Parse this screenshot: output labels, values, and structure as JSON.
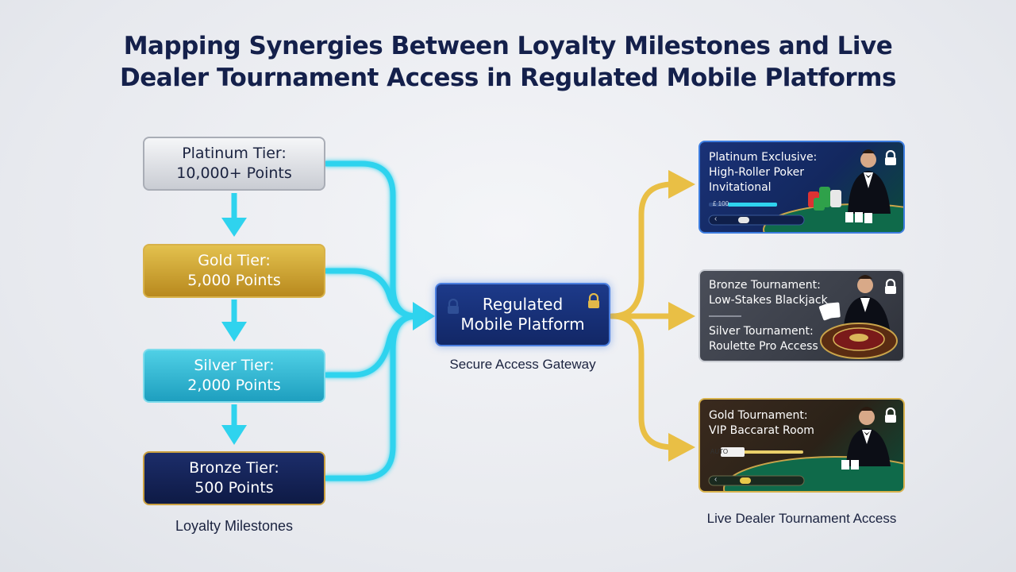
{
  "title": {
    "line1": "Mapping Synergies Between Loyalty Milestones and Live",
    "line2": "Dealer Tournament Access in Regulated Mobile Platforms"
  },
  "tiers": [
    {
      "name": "Platinum Tier:",
      "points": "10,000+ Points"
    },
    {
      "name": "Gold Tier:",
      "points": "5,000 Points"
    },
    {
      "name": "Silver Tier:",
      "points": "2,000 Points"
    },
    {
      "name": "Bronze Tier:",
      "points": "500 Points"
    }
  ],
  "loyalty_label": "Loyalty Milestones",
  "platform": {
    "line1": "Regulated",
    "line2": "Mobile Platform"
  },
  "gateway_label": "Secure Access Gateway",
  "tournaments": [
    {
      "lines": [
        "Platinum Exclusive:",
        "High-Roller Poker",
        "Invitational"
      ],
      "mini_value": "£ 100",
      "mini_nav": "‹"
    },
    {
      "lines": [
        "Bronze Tournament:",
        "Low-Stakes Blackjack"
      ],
      "lines2": [
        "Silver Tournament:",
        "Roulette Pro Access"
      ]
    },
    {
      "lines": [
        "Gold Tournament:",
        "VIP Baccarat Room"
      ],
      "mini_value": "AUTO",
      "mini_nav": "‹"
    }
  ],
  "access_label": "Live Dealer Tournament Access",
  "colors": {
    "title": "#14204b",
    "cyan_connector": "#2fd3ee",
    "gold_connector": "#e9bf45",
    "platform": "#1d3a8a"
  },
  "icons": {
    "lock": "lock-icon",
    "arrow": "arrow-icon",
    "dealer": "dealer-figure",
    "chips": "poker-chips-icon"
  }
}
